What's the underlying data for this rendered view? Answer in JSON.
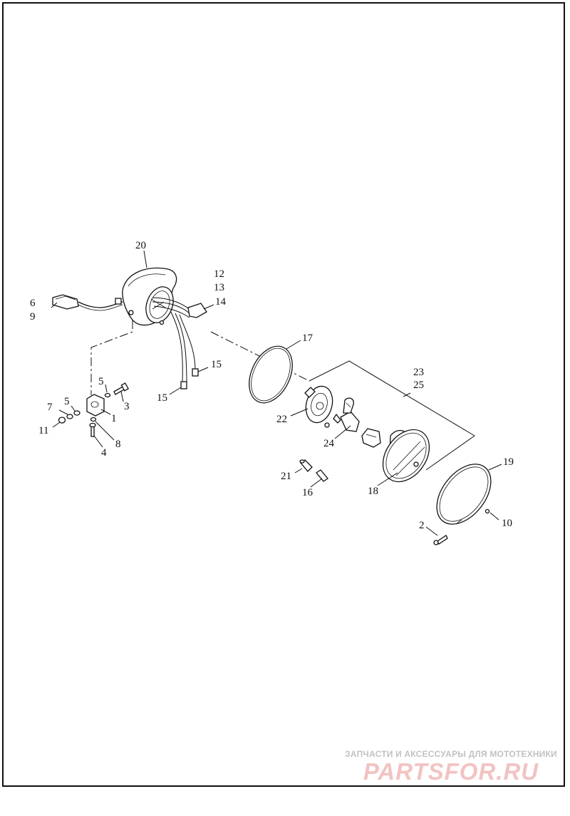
{
  "diagram": {
    "callouts": [
      {
        "id": "c20",
        "text": "20"
      },
      {
        "id": "c12",
        "text": "12"
      },
      {
        "id": "c13",
        "text": "13"
      },
      {
        "id": "c14",
        "text": "14"
      },
      {
        "id": "c6",
        "text": "6"
      },
      {
        "id": "c9",
        "text": "9"
      },
      {
        "id": "c17",
        "text": "17"
      },
      {
        "id": "c15a",
        "text": "15"
      },
      {
        "id": "c15b",
        "text": "15"
      },
      {
        "id": "c5a",
        "text": "5"
      },
      {
        "id": "c5b",
        "text": "5"
      },
      {
        "id": "c3",
        "text": "3"
      },
      {
        "id": "c7",
        "text": "7"
      },
      {
        "id": "c1",
        "text": "1"
      },
      {
        "id": "c11",
        "text": "11"
      },
      {
        "id": "c8",
        "text": "8"
      },
      {
        "id": "c4",
        "text": "4"
      },
      {
        "id": "c23",
        "text": "23"
      },
      {
        "id": "c25",
        "text": "25"
      },
      {
        "id": "c22",
        "text": "22"
      },
      {
        "id": "c24",
        "text": "24"
      },
      {
        "id": "c21",
        "text": "21"
      },
      {
        "id": "c16",
        "text": "16"
      },
      {
        "id": "c18",
        "text": "18"
      },
      {
        "id": "c19",
        "text": "19"
      },
      {
        "id": "c2",
        "text": "2"
      },
      {
        "id": "c10",
        "text": "10"
      }
    ]
  },
  "watermark": {
    "tagline": "ЗАПЧАСТИ И АКСЕССУАРЫ ДЛЯ МОТОТЕХНИКИ",
    "logo": "PARTSFOR.RU"
  }
}
